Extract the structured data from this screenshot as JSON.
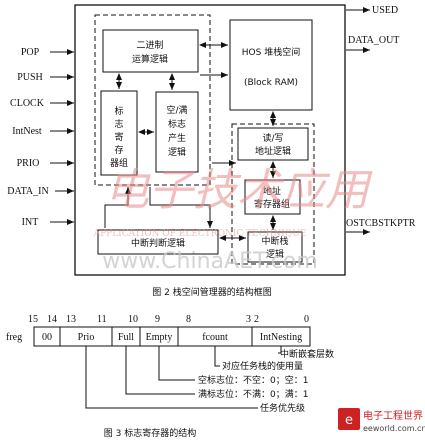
{
  "figure2": {
    "inputs": [
      "POP",
      "PUSH",
      "CLOCK",
      "IntNest",
      "PRIO",
      "DATA_IN",
      "INT"
    ],
    "outputs": [
      "USED",
      "DATA_OUT",
      "OSTCBSTKPTR"
    ],
    "blocks": {
      "binary_logic": [
        "二进制",
        "运算逻辑"
      ],
      "flag_registers": [
        "标",
        "志",
        "寄",
        "存",
        "器组"
      ],
      "empty_full_logic": [
        "空/满",
        "标志",
        "产生",
        "逻辑"
      ],
      "hos_stack": [
        "HOS 堆栈空间",
        "(Block RAM)"
      ],
      "rw_address_logic": [
        "读/写",
        "地址逻辑"
      ],
      "address_registers": [
        "地址",
        "寄存器组"
      ],
      "interrupt_logic": "中断判断逻辑",
      "interrupt_stack_logic": [
        "中断栈",
        "逻辑"
      ]
    },
    "caption": "图 2   栈空间管理器的结构框图"
  },
  "figure3": {
    "register_label": "freg",
    "bit_numbers": [
      "15",
      "14",
      "13",
      "11",
      "10",
      "9",
      "8",
      "3",
      "2",
      "0"
    ],
    "fields": [
      "00",
      "Prio",
      "Full",
      "Empty",
      "fcount",
      "IntNesting"
    ],
    "descriptions": [
      "中断嵌套层数",
      "对应任务栈的使用量",
      "空标志位：不空：0；空：1",
      "满标志位：不满：0；满：1",
      "任务优先级"
    ],
    "caption": "图 3   标志寄存器的结构"
  },
  "watermarks": {
    "chinese": "电子技术应用",
    "english": "APPLICATION OF ELECTRONIC TECHNIQUE",
    "site": "www.ChinaAET.com",
    "logo_text": "电子工程世界",
    "logo_url": "eeworld.com.cn"
  },
  "colors": {
    "line": "#111111",
    "watermark_red": "#e98a8a",
    "logo_red": "#cc2222"
  }
}
